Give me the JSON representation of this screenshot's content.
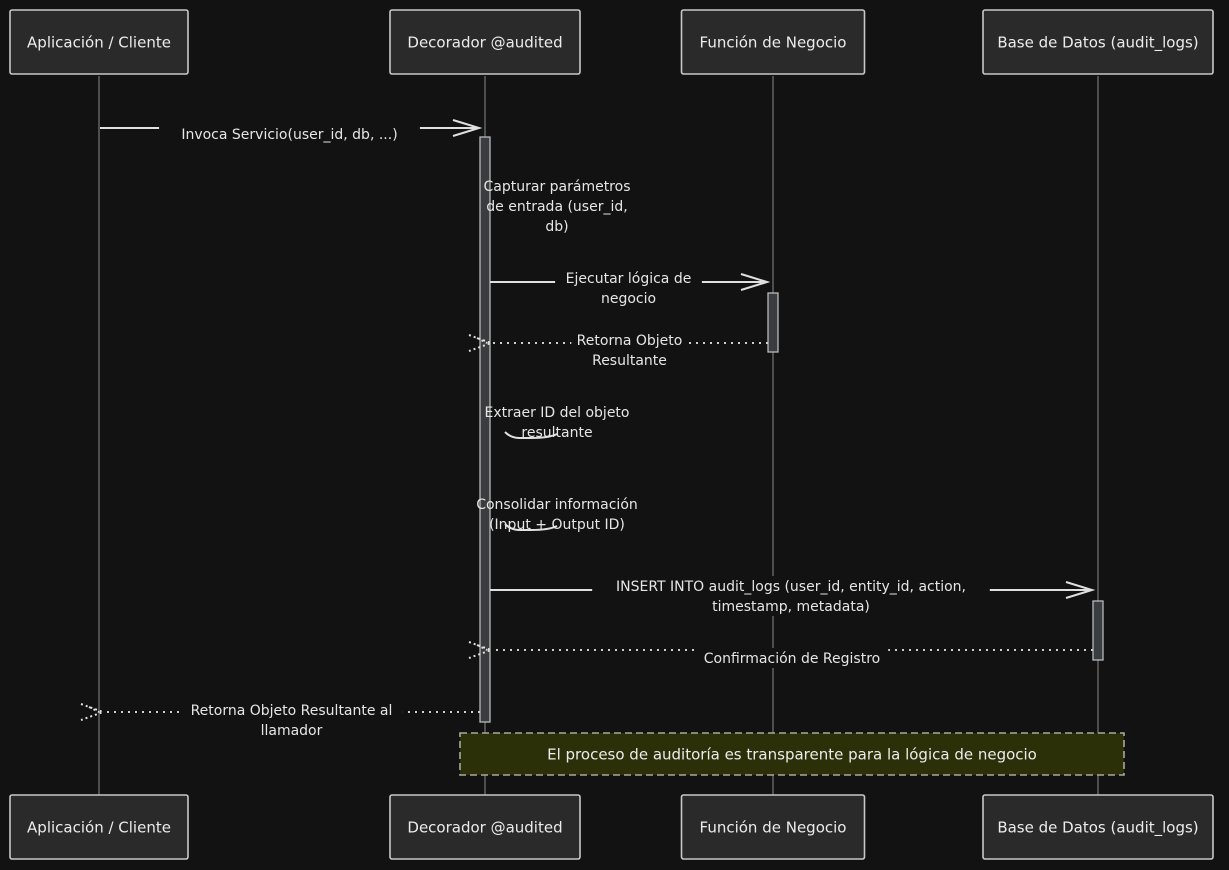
{
  "actors": [
    {
      "id": "cliente",
      "label": "Aplicación / Cliente"
    },
    {
      "id": "decorador",
      "label": "Decorador @audited"
    },
    {
      "id": "funcion",
      "label": "Función de Negocio"
    },
    {
      "id": "bd",
      "label": "Base de Datos (audit_logs)"
    }
  ],
  "messages": [
    {
      "id": "invoke",
      "from": "cliente",
      "to": "decorador",
      "style": "solid",
      "lines": [
        "Invoca Servicio(user_id, db, ...)"
      ]
    },
    {
      "id": "capture",
      "from": "decorador",
      "to": "decorador",
      "style": "self",
      "lines": [
        "Capturar parámetros",
        "de entrada (user_id,",
        "db)"
      ]
    },
    {
      "id": "execute",
      "from": "decorador",
      "to": "funcion",
      "style": "solid",
      "lines": [
        "Ejecutar lógica de",
        "negocio"
      ]
    },
    {
      "id": "return-object",
      "from": "funcion",
      "to": "decorador",
      "style": "dotted",
      "lines": [
        "Retorna Objeto",
        "Resultante"
      ]
    },
    {
      "id": "extract-id",
      "from": "decorador",
      "to": "decorador",
      "style": "self",
      "lines": [
        "Extraer ID del objeto",
        "resultante"
      ]
    },
    {
      "id": "consolidate",
      "from": "decorador",
      "to": "decorador",
      "style": "self",
      "lines": [
        "Consolidar información",
        "(Input + Output ID)"
      ]
    },
    {
      "id": "insert",
      "from": "decorador",
      "to": "bd",
      "style": "solid",
      "lines": [
        "INSERT INTO audit_logs (user_id, entity_id, action,",
        "timestamp, metadata)"
      ]
    },
    {
      "id": "confirm",
      "from": "bd",
      "to": "decorador",
      "style": "dotted",
      "lines": [
        "Confirmación de Registro"
      ]
    },
    {
      "id": "return-caller",
      "from": "decorador",
      "to": "cliente",
      "style": "dotted",
      "lines": [
        "Retorna Objeto Resultante al",
        "llamador"
      ]
    }
  ],
  "note": {
    "text": "El proceso de auditoría es transparente para la lógica de negocio",
    "over": [
      "decorador",
      "bd"
    ]
  },
  "colors": {
    "note_fill": "#2b3009",
    "background": "#121212"
  }
}
